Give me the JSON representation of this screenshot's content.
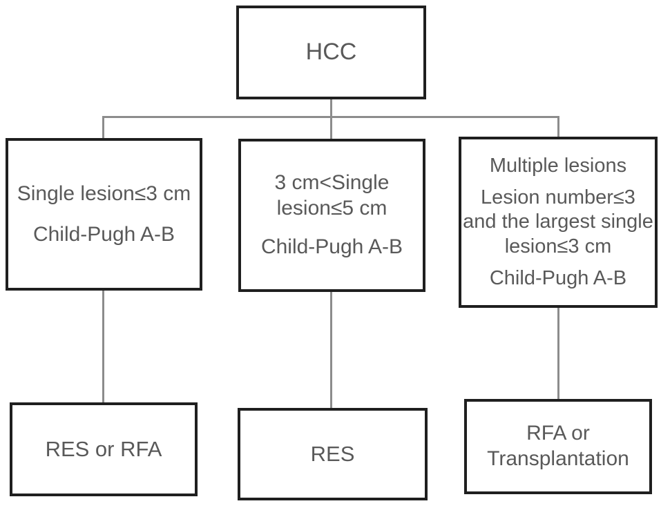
{
  "nodes": {
    "root": {
      "label": "HCC"
    },
    "criteria_left": {
      "line1": "Single lesion≤3 cm",
      "line2": "Child-Pugh A-B"
    },
    "criteria_middle": {
      "line1": "3 cm<Single lesion≤5 cm",
      "line2": "Child-Pugh A-B"
    },
    "criteria_right": {
      "line1": "Multiple lesions",
      "line2": "Lesion number≤3 and the largest single lesion≤3 cm",
      "line3": "Child-Pugh A-B"
    },
    "treatment_left": {
      "label": "RES or RFA"
    },
    "treatment_middle": {
      "label": "RES"
    },
    "treatment_right": {
      "label": "RFA or Transplantation"
    }
  },
  "edges": [
    {
      "from": "root",
      "to": "criteria_left"
    },
    {
      "from": "root",
      "to": "criteria_middle"
    },
    {
      "from": "root",
      "to": "criteria_right"
    },
    {
      "from": "criteria_left",
      "to": "treatment_left"
    },
    {
      "from": "criteria_middle",
      "to": "treatment_middle"
    },
    {
      "from": "criteria_right",
      "to": "treatment_right"
    }
  ],
  "colors": {
    "border": "#1f1f1f",
    "text": "#595959",
    "connector": "#8c8c8c",
    "background": "#ffffff"
  }
}
